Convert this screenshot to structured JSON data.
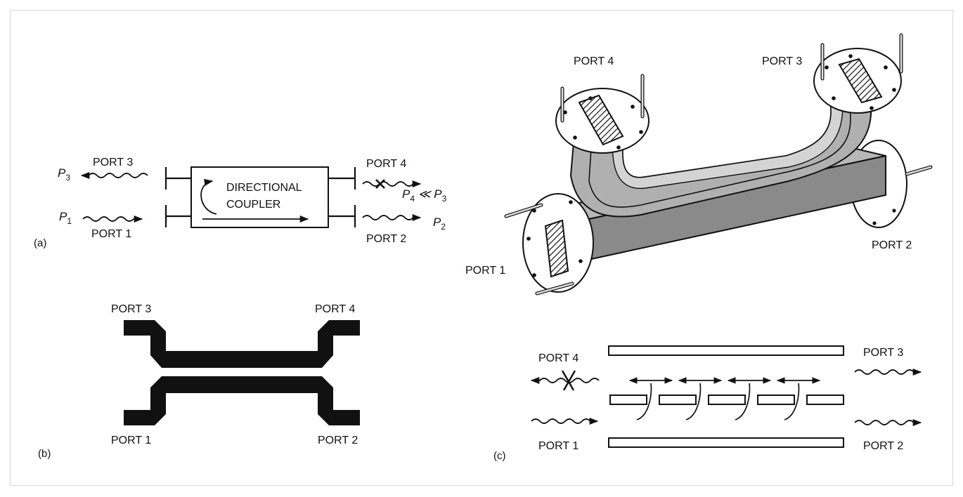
{
  "panel_a": {
    "port3": "PORT 3",
    "port4": "PORT 4",
    "port1": "PORT 1",
    "port2": "PORT 2",
    "p3": "P",
    "p3_sub": "3",
    "p1": "P",
    "p1_sub": "1",
    "p2": "P",
    "p2_sub": "2",
    "p4_main": "P",
    "p4_sub": "4",
    "p4_rel": " ≪ P",
    "p4_rel_sub": "3",
    "box_line1": "DIRECTIONAL",
    "box_line2": "COUPLER",
    "label": "(a)"
  },
  "panel_b": {
    "port3": "PORT 3",
    "port4": "PORT 4",
    "port1": "PORT 1",
    "port2": "PORT 2",
    "label": "(b)"
  },
  "waveguide": {
    "port4": "PORT 4",
    "port3": "PORT 3",
    "port1": "PORT 1",
    "port2": "PORT 2"
  },
  "panel_c": {
    "port4": "PORT 4",
    "port3": "PORT 3",
    "port1": "PORT 1",
    "port2": "PORT 2",
    "label": "(c)"
  }
}
